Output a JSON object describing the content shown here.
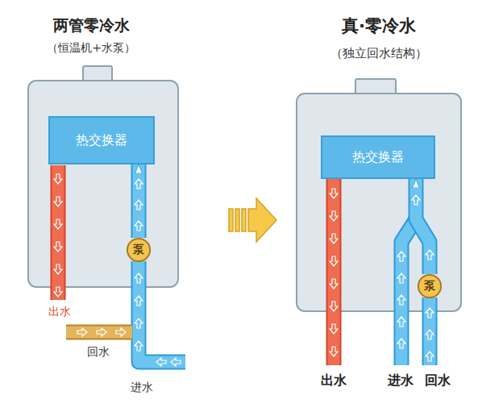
{
  "diagram": {
    "nodes": [
      {
        "text": [
          "热交换器"
        ]
      },
      {
        "text": [
          "泵"
        ]
      },
      {
        "text": [
          "热交换器"
        ]
      },
      {
        "text": [
          "泵"
        ]
      }
    ],
    "edges": [
      {
        "from": 1,
        "to": 0,
        "arrow": "to"
      },
      {
        "from": 3,
        "to": 2,
        "arrow": "to"
      }
    ],
    "labels": [
      "两管零冷水",
      "（恒温机+水泵）",
      "真·零冷水",
      "（独立回水结构）",
      "出水",
      "回水",
      "进水",
      "出水",
      "进水",
      "回水"
    ]
  }
}
